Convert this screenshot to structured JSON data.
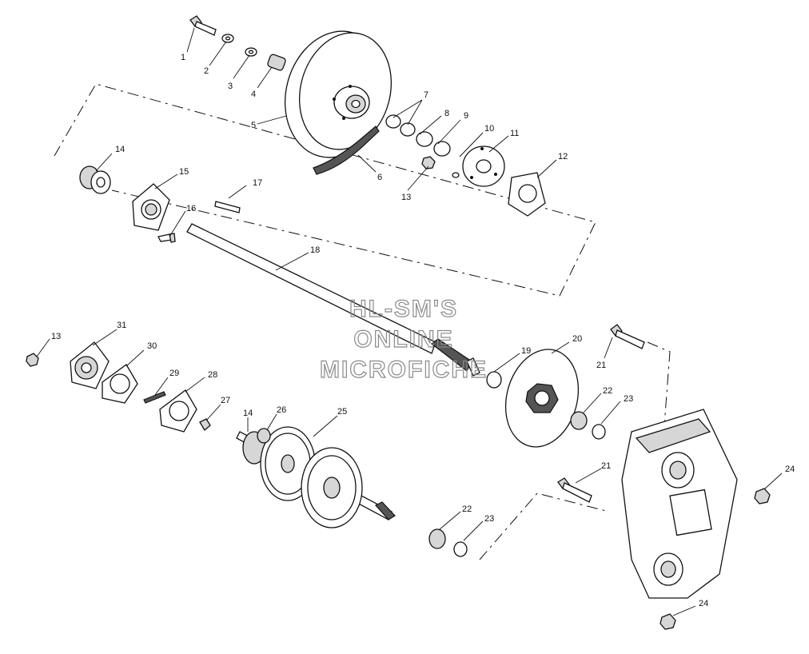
{
  "watermark": {
    "line1": "HL-SM'S",
    "line2": "ONLINE",
    "line3": "MICROFICHE"
  },
  "callouts": [
    "1",
    "2",
    "3",
    "4",
    "5",
    "6",
    "7",
    "8",
    "9",
    "10",
    "11",
    "12",
    "13",
    "14",
    "15",
    "16",
    "17",
    "18",
    "13",
    "31",
    "30",
    "29",
    "28",
    "27",
    "14",
    "26",
    "25",
    "19",
    "20",
    "21",
    "22",
    "23",
    "21",
    "24",
    "22",
    "23",
    "24"
  ],
  "colors": {
    "ink": "#111111",
    "watermark": "#8a8a8a",
    "shade": "#d6d6d6"
  }
}
